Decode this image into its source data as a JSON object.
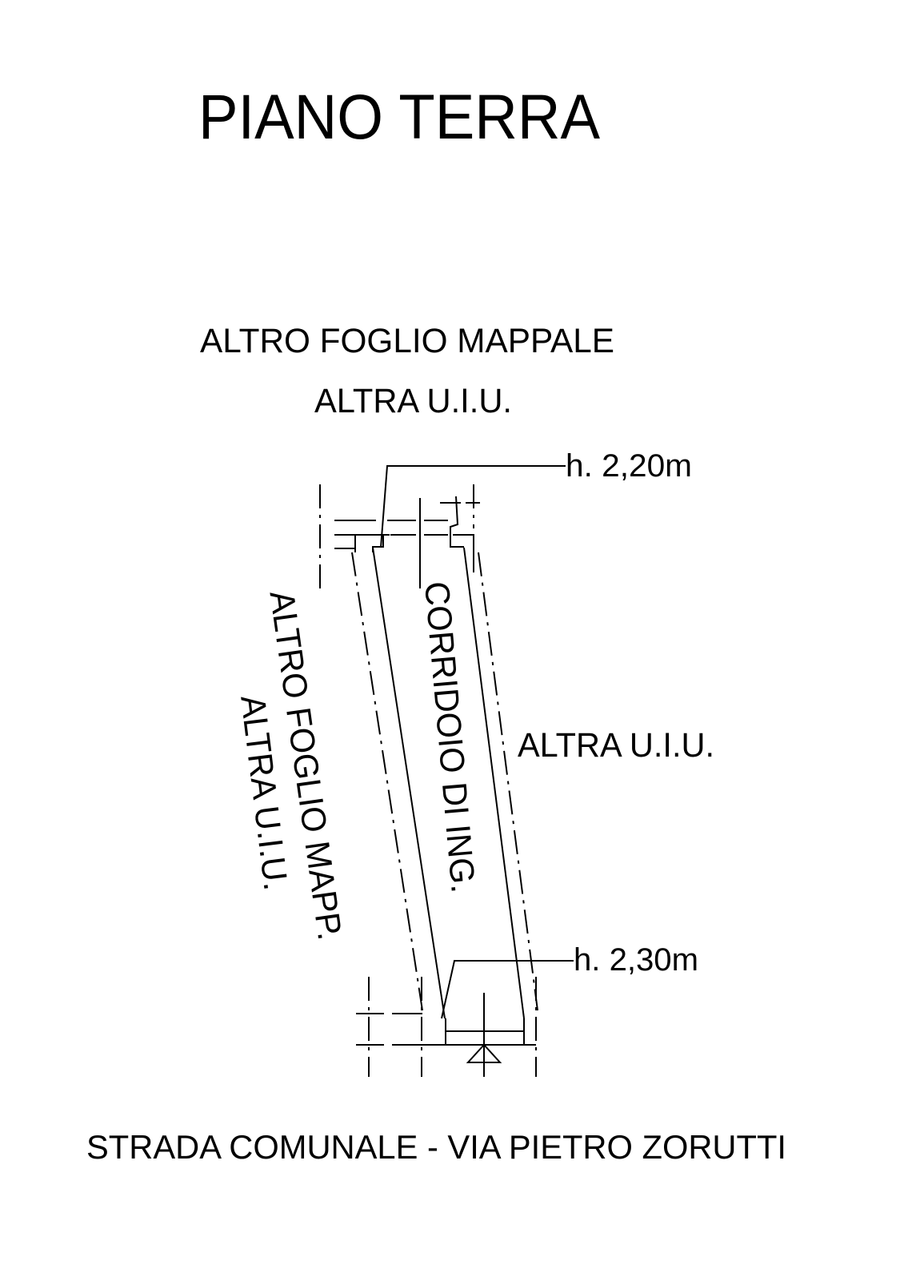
{
  "title": "PIANO TERRA",
  "labels": {
    "north_neighbor": "ALTRO FOGLIO MAPPALE",
    "north_unit": "ALTRA U.I.U.",
    "east_unit": "ALTRA U.I.U.",
    "corridor": "CORRIDOIO DI ING.",
    "west_neighbor": "ALTRO FOGLIO MAPP.",
    "west_unit": "ALTRA U.I.U.",
    "height_top": "h. 2,20m",
    "height_bottom": "h. 2,30m",
    "street": "STRADA COMUNALE - VIA PIETRO ZORUTTI"
  },
  "colors": {
    "ink": "#000000",
    "background": "#ffffff"
  }
}
